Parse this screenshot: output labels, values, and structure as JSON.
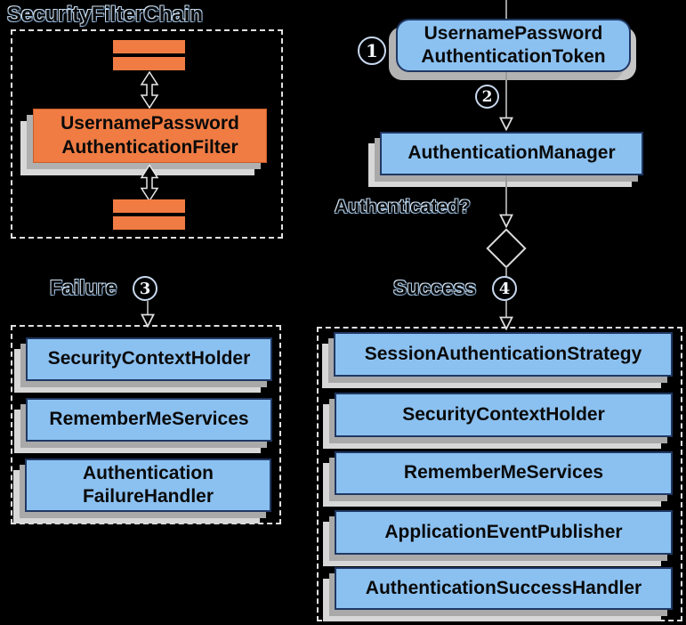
{
  "colors": {
    "background": "#000000",
    "orange": "#f07c43",
    "blue_fill": "#8bc1f1",
    "blue_border": "#203864",
    "shadow1": "#a9a9a9",
    "shadow2": "#d7d7d7",
    "line": "#9c9c9c",
    "dash": "#e0e0e0",
    "halo": "#a9c9ea"
  },
  "filter_chain": {
    "title": "SecurityFilterChain",
    "filter_label": "UsernamePassword\nAuthenticationFilter"
  },
  "flow": {
    "step1": "1",
    "step2": "2",
    "step3": "3",
    "step4": "4",
    "token_label": "UsernamePassword\nAuthenticationToken",
    "manager_label": "AuthenticationManager",
    "authenticated_label": "Authenticated?",
    "failure_label": "Failure",
    "success_label": "Success"
  },
  "failure_panel": {
    "boxes": [
      {
        "label": "SecurityContextHolder"
      },
      {
        "label": "RememberMeServices"
      },
      {
        "label": "Authentication\nFailureHandler"
      }
    ]
  },
  "success_panel": {
    "boxes": [
      {
        "label": "SessionAuthenticationStrategy"
      },
      {
        "label": "SecurityContextHolder"
      },
      {
        "label": "RememberMeServices"
      },
      {
        "label": "ApplicationEventPublisher"
      },
      {
        "label": "AuthenticationSuccessHandler"
      }
    ]
  }
}
